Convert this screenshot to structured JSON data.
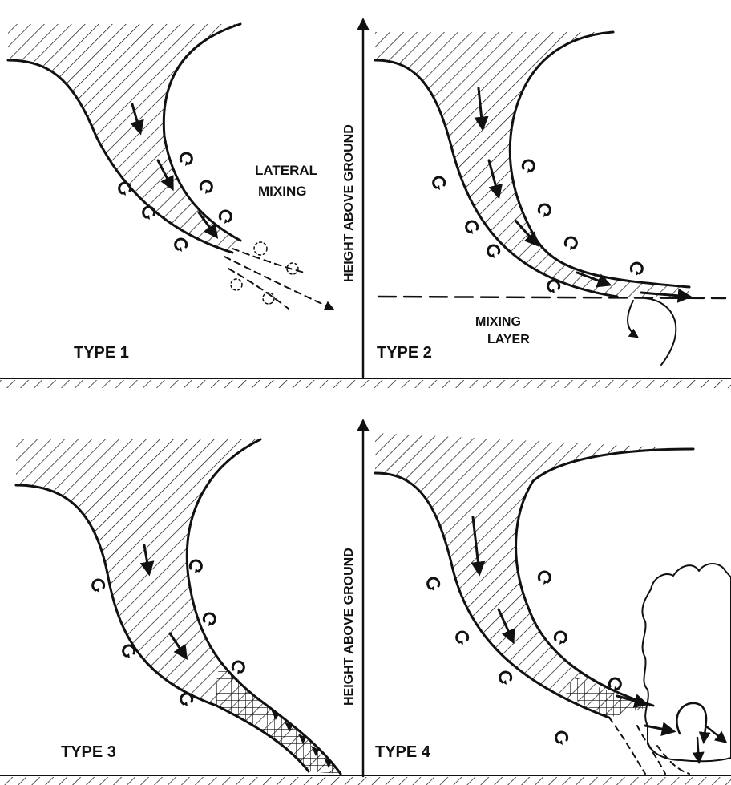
{
  "panels": {
    "type1": {
      "label": "TYPE 1",
      "annotation_line1": "LATERAL",
      "annotation_line2": "MIXING"
    },
    "type2": {
      "label": "TYPE 2",
      "annotation_line1": "MIXING",
      "annotation_line2": "LAYER"
    },
    "type3": {
      "label": "TYPE 3"
    },
    "type4": {
      "label": "TYPE 4"
    }
  },
  "axis": {
    "upper_label": "HEIGHT ABOVE GROUND",
    "lower_label": "HEIGHT ABOVE GROUND"
  },
  "colors": {
    "ink": "#111111",
    "background": "#ffffff"
  }
}
